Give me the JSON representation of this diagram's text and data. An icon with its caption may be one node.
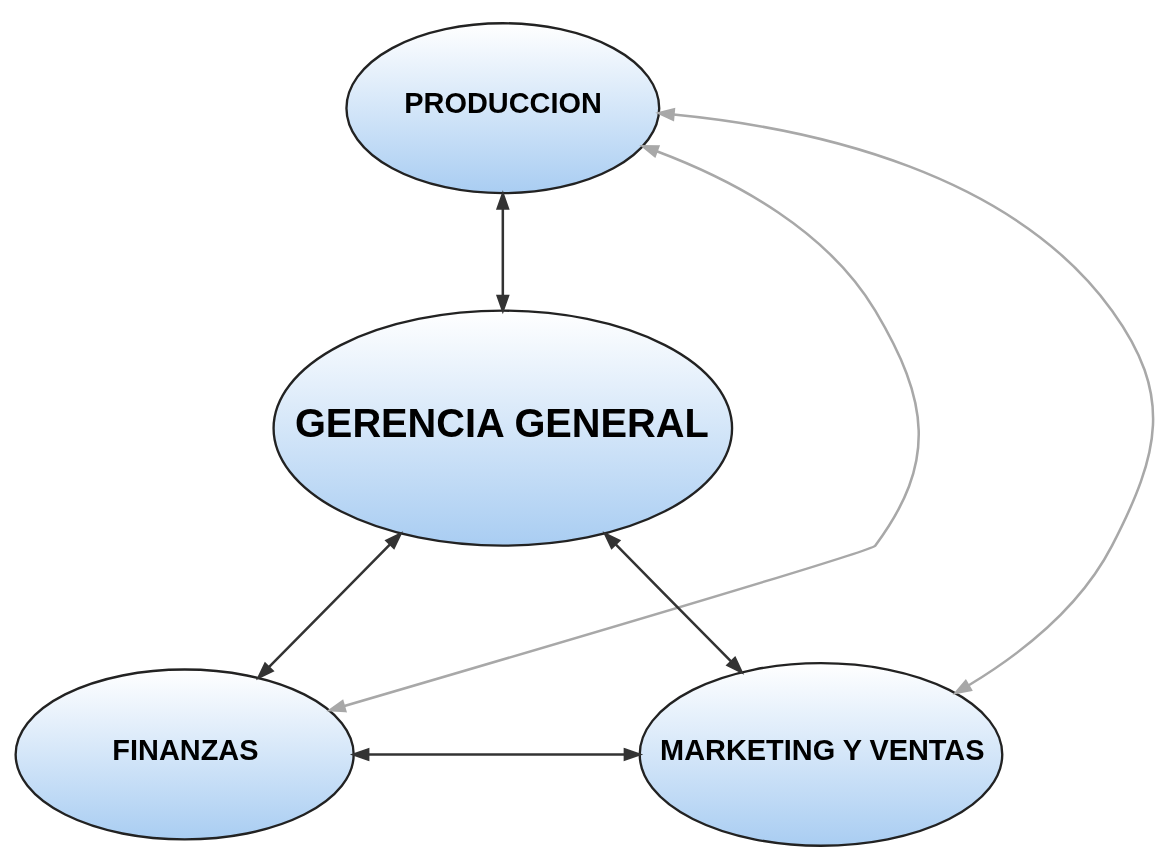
{
  "diagram": {
    "nodes": [
      {
        "text": [
          "PRODUCCION"
        ]
      },
      {
        "text": [
          "GERENCIA GENERAL"
        ]
      },
      {
        "text": [
          "FINANZAS"
        ]
      },
      {
        "text": [
          "MARKETING Y VENTAS"
        ]
      }
    ],
    "edges": [
      {
        "from": 0,
        "to": 2,
        "arrow": "both",
        "color": "#a8a8a8"
      },
      {
        "from": 0,
        "to": 3,
        "arrow": "both",
        "color": "#a8a8a8"
      },
      {
        "from": 0,
        "to": 1,
        "arrow": "both"
      },
      {
        "from": 1,
        "to": 2,
        "arrow": "both"
      },
      {
        "from": 1,
        "to": 3,
        "arrow": "both"
      },
      {
        "from": 2,
        "to": 3,
        "arrow": "both"
      }
    ]
  }
}
